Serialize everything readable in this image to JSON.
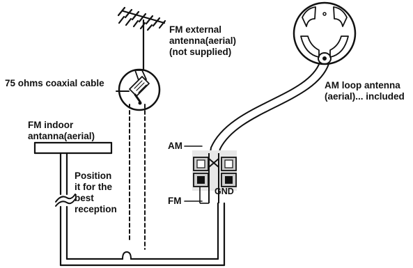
{
  "labels": {
    "fm_external": "FM external\nantenna(aerial)\n(not supplied)",
    "coaxial": "75 ohms coaxial cable",
    "fm_indoor": "FM indoor\nantanna(aerial)",
    "position": "Position\nit for the\nbest\nreception",
    "am_loop": "AM loop antenna\n(aerial)... included",
    "am": "AM",
    "fm": "FM",
    "gnd": "GND"
  },
  "colors": {
    "ink": "#111111",
    "terminal_gray": "#cfcfcf",
    "background": "#ffffff"
  }
}
